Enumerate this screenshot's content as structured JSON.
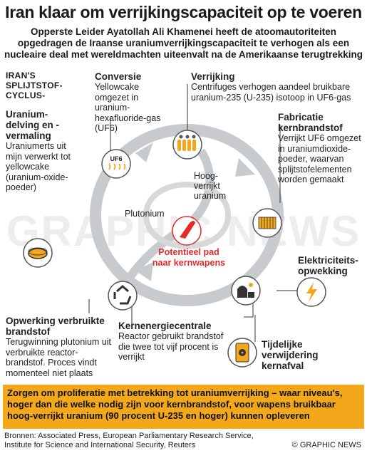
{
  "title": "Iran klaar om verrijkingscapaciteit op te voeren",
  "subtitle": "Opperste Leider Ayatollah Ali Khamenei heeft de atoomautoriteiten opgedragen de Iraanse uraniumverrijkingscapaciteit te verhogen als een nucleaire deal met wereldmachten uiteenvalt na de Amerikaanse terugtrekking",
  "cycle_title": "IRAN'S SPLIJTSTOF-CYCLUS-",
  "stages": {
    "mining": {
      "heading": "Uranium-delving en -vermaling",
      "text": "Uraniumerts uit mijn verwerkt tot yellowcake (uranium-oxide-poeder)"
    },
    "conversion": {
      "heading": "Conversie",
      "text": "Yellowcake omgezet in uranium-hexafluoride-gas (UF6)",
      "icon_label": "UF6"
    },
    "enrichment": {
      "heading": "Verrijking",
      "text": "Centrifuges verhogen aandeel bruikbare uranium-235 (U-235) isotoop in UF6-gas"
    },
    "fabrication": {
      "heading": "Fabricatie kernbrandstof",
      "text": "Verrijkt UF6 omgezet in uraniumdioxide-poeder, waarvan splijtstofelementen worden gemaakt"
    },
    "electricity": {
      "heading": "Elektriciteits-opwekking"
    },
    "waste": {
      "heading": "Tijdelijke verwijdering kernafval"
    },
    "plant": {
      "heading": "Kernenergiecentrale",
      "text": "Reactor gebruikt brandstof die twee tot vijf procent is verrijkt"
    },
    "reprocessing": {
      "heading": "Opwerking verbruikte brandstof",
      "text": "Terugwinning plutonium uit verbruikte reactor-brandstof. Proces vindt momenteel niet plaats"
    }
  },
  "inner": {
    "heu": "Hoog-verrijkt uranium",
    "plutonium": "Plutonium",
    "potential_path": "Potentieel pad naar kernwapens"
  },
  "warning": "Zorgen om proliferatie met betrekking tot uraniumverrijking – waar niveau's, hoger dan die welke nodig zijn voor kernbrandstof, voor wapens bruikbaar hoog-verrijkt uranium (90 procent U-235 en hoger) kunnen opleveren",
  "sources": "Bronnen: Associated Press, European Parliamentary Research Service, Institute for Science and International Security, Reuters",
  "credit": "© GRAPHIC NEWS",
  "watermark": "GRAPHIC NEWS",
  "colors": {
    "accent": "#f3a81b",
    "ring": "#c8cbce",
    "warning_text": "#e22c2c",
    "icon_bg": "#ffffff",
    "icon_border": "#555555"
  }
}
